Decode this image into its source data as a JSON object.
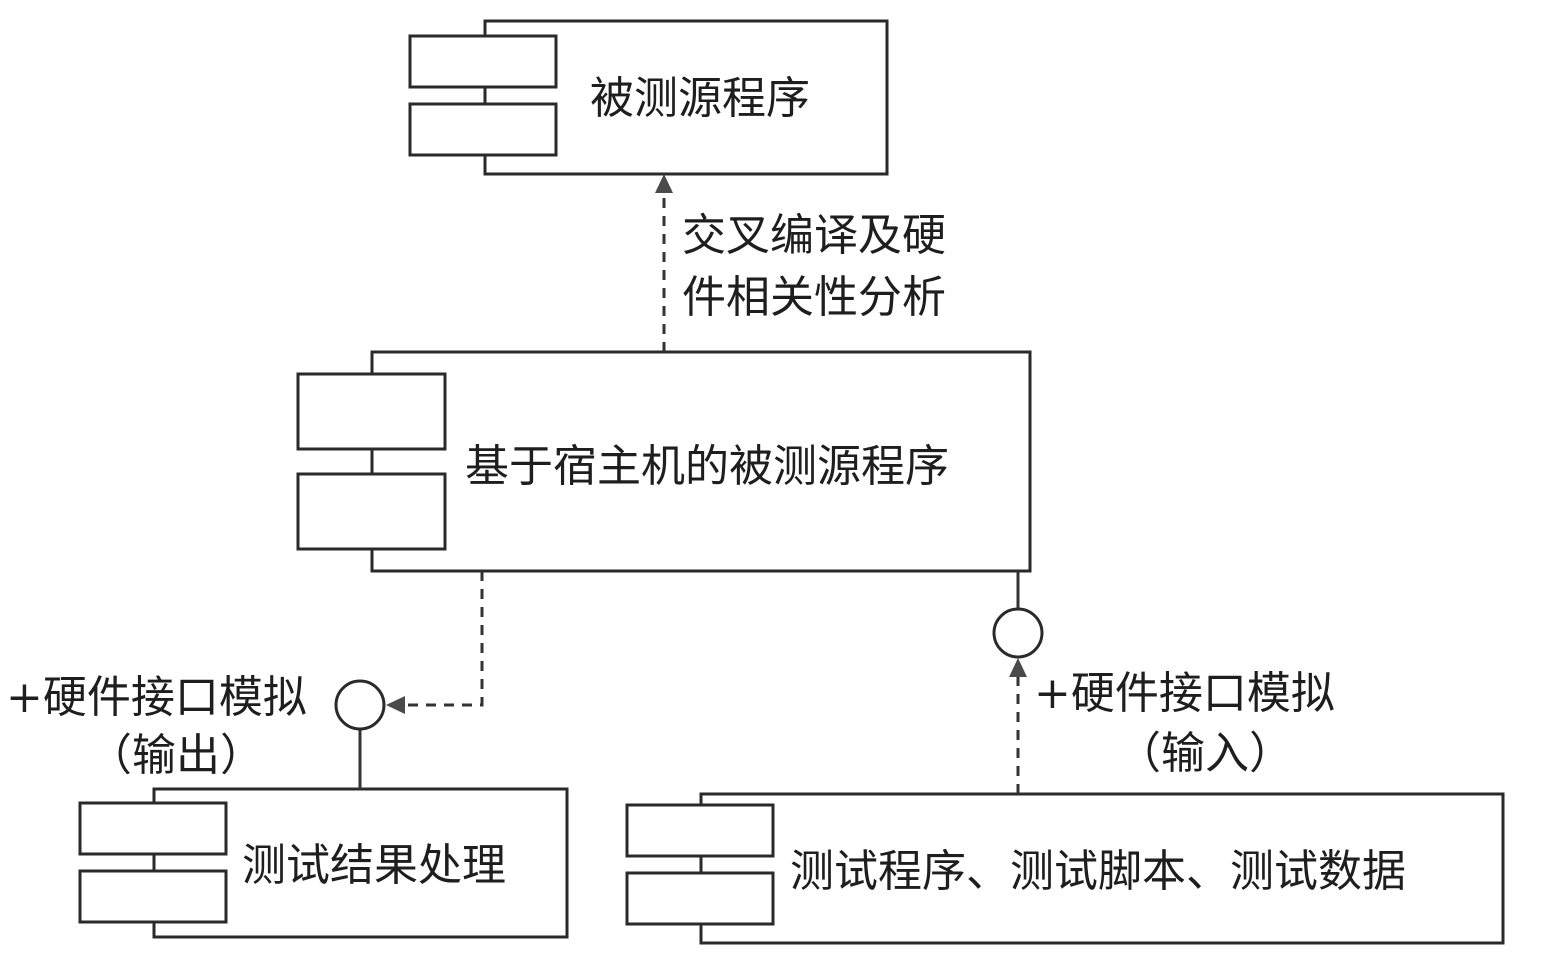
{
  "diagram": {
    "type": "uml-component-diagram",
    "components": [
      {
        "id": "target_source",
        "label": "被测源程序"
      },
      {
        "id": "host_source",
        "label": "基于宿主机的被测源程序"
      },
      {
        "id": "result_processing",
        "label": "测试结果处理"
      },
      {
        "id": "test_assets",
        "label": "测试程序、测试脚本、测试数据"
      }
    ],
    "edges": [
      {
        "from": "host_source",
        "to": "target_source",
        "style": "dashed-arrow",
        "label_lines": [
          "交叉编译及硬",
          "件相关性分析"
        ]
      },
      {
        "from": "host_source",
        "to": "output_interface",
        "style": "dashed-arrow"
      },
      {
        "from": "test_assets",
        "to": "input_interface",
        "style": "dashed-arrow"
      }
    ],
    "interfaces": [
      {
        "id": "output_interface",
        "provided_by": "result_processing",
        "label_lines": [
          "+硬件接口模拟",
          "（输出）"
        ]
      },
      {
        "id": "input_interface",
        "provided_by": "host_source",
        "label_lines": [
          "+硬件接口模拟",
          "（输入）"
        ]
      }
    ],
    "colors": {
      "stroke": "#2a2a2a",
      "arrow": "#4a4a4a",
      "text": "#1e1e1e",
      "background": "#ffffff"
    }
  }
}
